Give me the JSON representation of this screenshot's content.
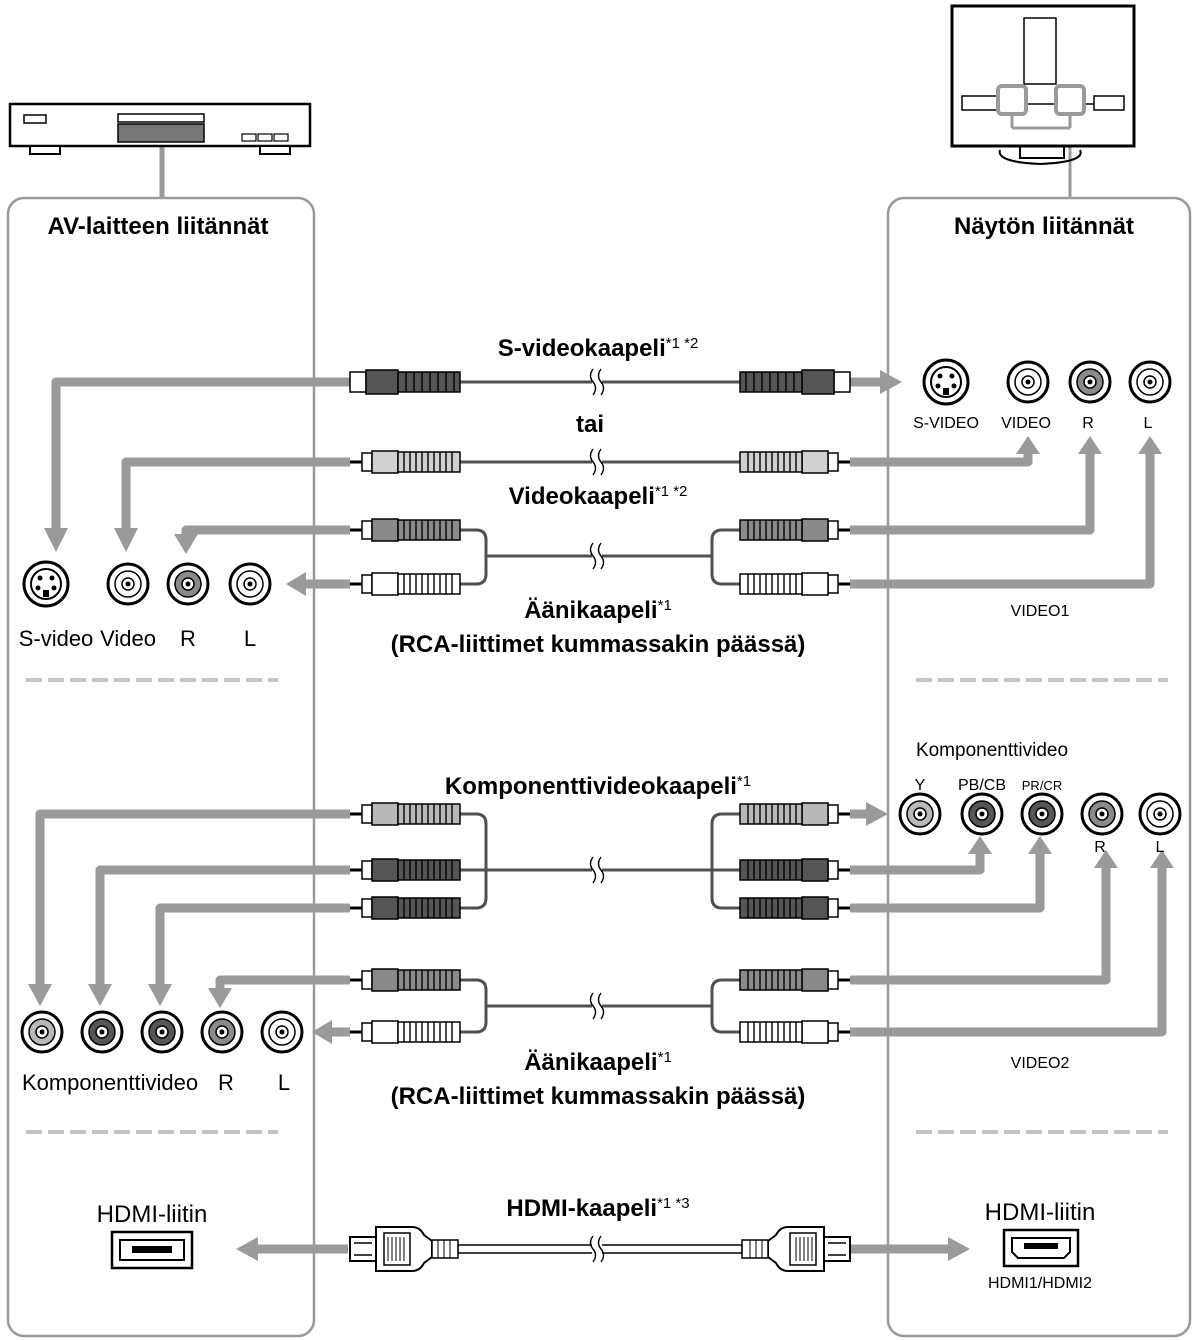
{
  "panels": {
    "left_title": "AV-laitteen liitännät",
    "right_title": "Näytön liitännät"
  },
  "cables": {
    "svideo": {
      "label": "S-videokaapeli",
      "marks": "*1 *2"
    },
    "or": "tai",
    "video": {
      "label": "Videokaapeli",
      "marks": "*1 *2"
    },
    "audio1": {
      "label": "Äänikaapeli",
      "marks": "*1",
      "sub": "(RCA-liittimet kummassakin päässä)"
    },
    "component": {
      "label": "Komponenttivideokaapeli",
      "marks": "*1"
    },
    "audio2": {
      "label": "Äänikaapeli",
      "marks": "*1",
      "sub": "(RCA-liittimet kummassakin päässä)"
    },
    "hdmi": {
      "label": "HDMI-kaapeli",
      "marks": "*1 *3"
    }
  },
  "left_ports": {
    "row1": [
      "S-video",
      "Video",
      "R",
      "L"
    ],
    "row2_component": "Komponenttivideo",
    "row2_r": "R",
    "row2_l": "L",
    "hdmi": "HDMI-liitin"
  },
  "right_ports": {
    "row1": [
      "S-VIDEO",
      "VIDEO",
      "R",
      "L"
    ],
    "video1": "VIDEO1",
    "component_title": "Komponenttivideo",
    "component": [
      "Y",
      "PB/CB",
      "PR/CR"
    ],
    "row2_r": "R",
    "row2_l": "L",
    "video2": "VIDEO2",
    "hdmi": "HDMI-liitin",
    "hdmi_ports": "HDMI1/HDMI2"
  },
  "colors": {
    "arrow": "#9a9a9a",
    "panel_border": "#9a9a9a",
    "dash": "#c4c4c4",
    "plug_dark": "#555555",
    "plug_mid": "#8a8a8a",
    "plug_light": "#cfcfcf",
    "cable": "#505050"
  }
}
